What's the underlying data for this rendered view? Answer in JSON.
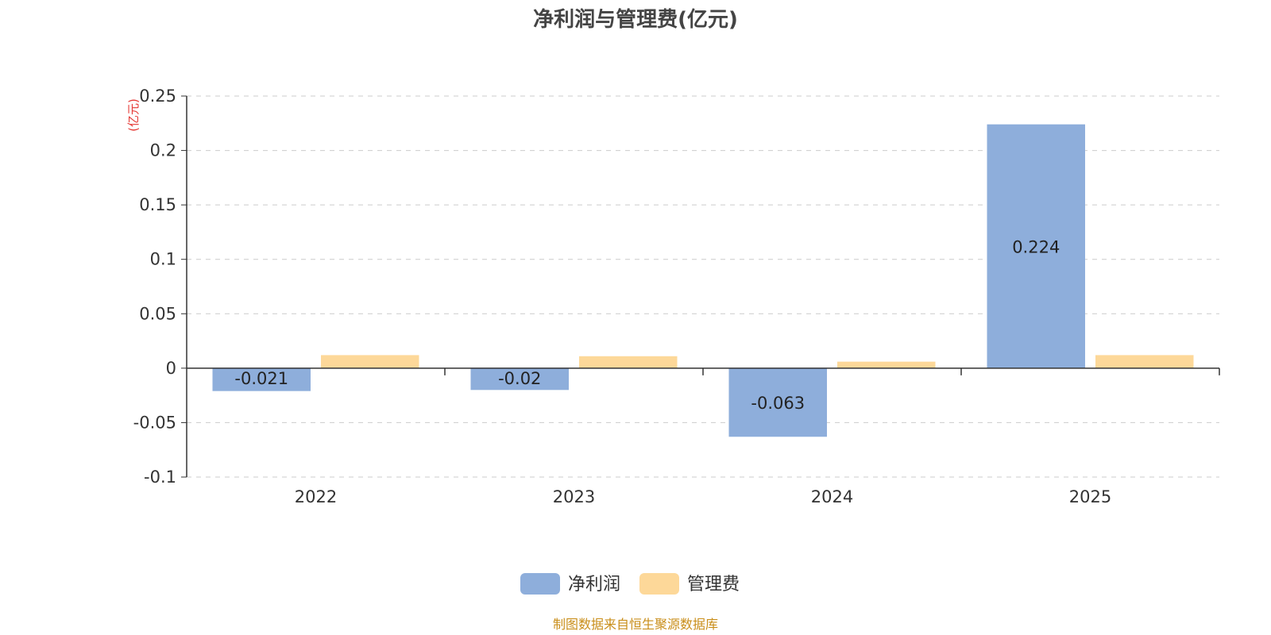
{
  "chart_data": {
    "type": "bar",
    "title": "净利润与管理费(亿元)",
    "y_unit": "(亿元)",
    "categories": [
      "2022",
      "2023",
      "2024",
      "2025"
    ],
    "series": [
      {
        "name": "净利润",
        "color": "#8eaedb",
        "values": [
          -0.021,
          -0.02,
          -0.063,
          0.224
        ],
        "labels": [
          "-0.021",
          "-0.02",
          "-0.063",
          "0.224"
        ]
      },
      {
        "name": "管理费",
        "color": "#fdd899",
        "values": [
          0.012,
          0.011,
          0.006,
          0.012
        ]
      }
    ],
    "ylim": [
      -0.1,
      0.25
    ],
    "yticks": [
      -0.1,
      -0.05,
      0,
      0.05,
      0.1,
      0.15,
      0.2,
      0.25
    ],
    "ytick_labels": [
      "-0.1",
      "-0.05",
      "0",
      "0.05",
      "0.1",
      "0.15",
      "0.2",
      "0.25"
    ],
    "grid": true,
    "legend_position": "bottom-center"
  },
  "source_note": "制图数据来自恒生聚源数据库",
  "colors": {
    "title": "#444444",
    "axis": "#333333",
    "grid": "#cccccc",
    "tick_text": "#333333",
    "unit": "#e53935",
    "source": "#c98e1a"
  }
}
